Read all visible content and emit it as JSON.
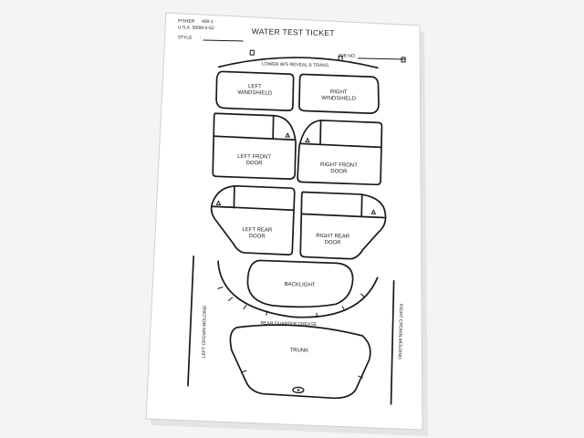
{
  "ticket": {
    "title": "WATER TEST TICKET",
    "maker": "FISHER",
    "form_number": "400-1",
    "print_info": "U.S.A. 500M 6-52",
    "style_label": "STYLE",
    "job_label": "JOB NO.",
    "reveal_label": "LOWER W/S REVEAL & TRANS.",
    "crease_label": "REAR QUARTER CREASE",
    "left_side_label": "LEFT CROWN MOLDING",
    "right_side_label": "RIGHT CROWN MOLDING",
    "parts": {
      "left_windshield": [
        "LEFT",
        "WINDSHIELD"
      ],
      "right_windshield": [
        "RIGHT",
        "WINDSHIELD"
      ],
      "left_front_door": [
        "LEFT FRONT",
        "DOOR"
      ],
      "right_front_door": [
        "RIGHT FRONT",
        "DOOR"
      ],
      "left_rear_door": [
        "LEFT REAR",
        "DOOR"
      ],
      "right_rear_door": [
        "RIGHT REAR",
        "DOOR"
      ],
      "backlight": "BACKLIGHT",
      "trunk": "TRUNK"
    }
  },
  "colors": {
    "paper": "#ffffff",
    "ink": "#1a1a1a",
    "background": "#f4f4f4"
  }
}
